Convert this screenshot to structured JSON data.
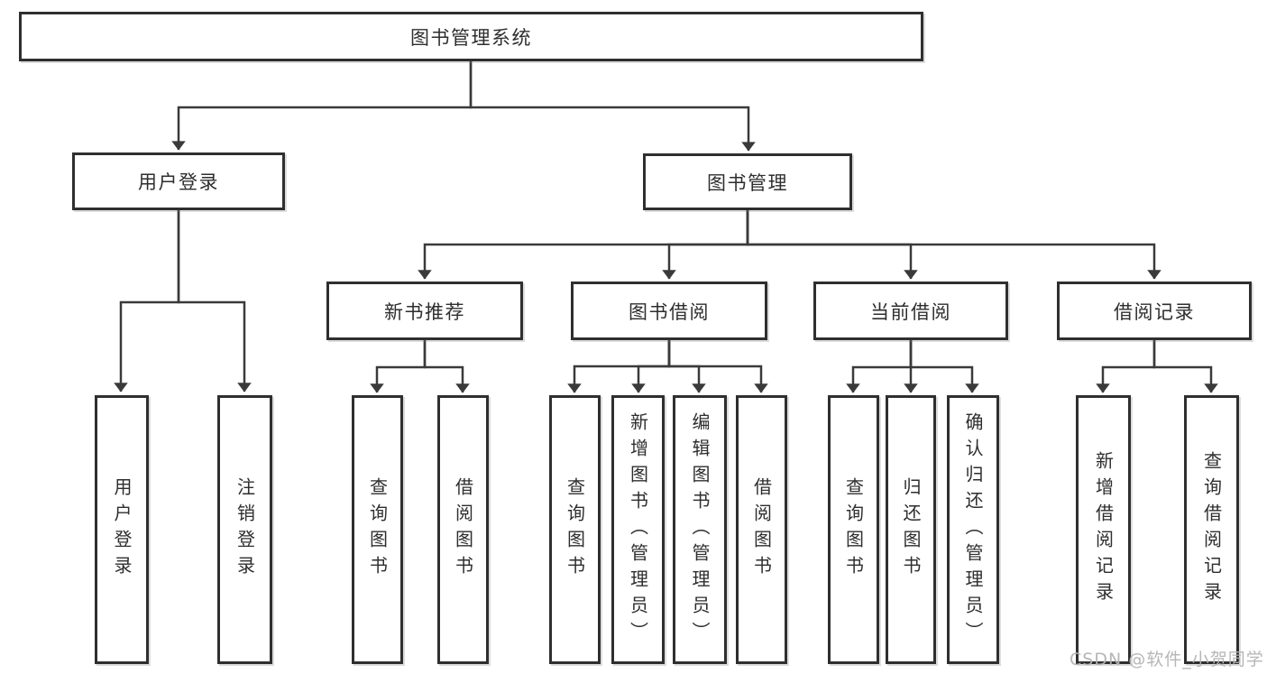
{
  "tree": {
    "root": {
      "label": "图书管理系统"
    },
    "branches": [
      {
        "label": "用户登录",
        "children": [
          {
            "label": "用户登录"
          },
          {
            "label": "注销登录"
          }
        ]
      },
      {
        "label": "图书管理",
        "sections": [
          {
            "label": "新书推荐",
            "children": [
              {
                "label": "查询图书"
              },
              {
                "label": "借阅图书"
              }
            ]
          },
          {
            "label": "图书借阅",
            "children": [
              {
                "label": "查询图书"
              },
              {
                "label": "新增图书（管理员）"
              },
              {
                "label": "编辑图书（管理员）"
              },
              {
                "label": "借阅图书"
              }
            ]
          },
          {
            "label": "当前借阅",
            "children": [
              {
                "label": "查询图书"
              },
              {
                "label": "归还图书"
              },
              {
                "label": "确认归还（管理员）"
              }
            ]
          },
          {
            "label": "借阅记录",
            "children": [
              {
                "label": "新增借阅记录"
              },
              {
                "label": "查询借阅记录"
              }
            ]
          }
        ]
      }
    ]
  },
  "watermark": {
    "text": "CSDN @软件_小贺同学"
  },
  "colors": {
    "line": "#3a3a3a",
    "box_border": "#2f2f2f",
    "text": "#2e2e2e",
    "watermark": "#b3b3b3",
    "background": "#ffffff"
  }
}
